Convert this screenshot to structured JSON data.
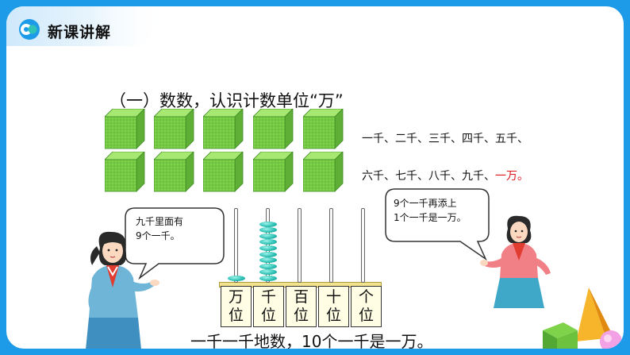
{
  "header": {
    "title": "新课讲解"
  },
  "heading": "（一）数数，认识计数单位“万”",
  "counting": {
    "line1": "一千、二千、三千、四千、五千、",
    "line2_prefix": "六千、七千、八千、九千、",
    "line2_highlight": "一万。"
  },
  "bubble_left": {
    "line1": "九千里面有",
    "line2": "9个一千。"
  },
  "bubble_right": {
    "line1": "9个一千再添上",
    "line2": "1个一千是一万。"
  },
  "abacus": {
    "places": [
      {
        "top": "万",
        "bottom": "位"
      },
      {
        "top": "千",
        "bottom": "位"
      },
      {
        "top": "百",
        "bottom": "位"
      },
      {
        "top": "十",
        "bottom": "位"
      },
      {
        "top": "个",
        "bottom": "位"
      }
    ],
    "bead_counts": [
      1,
      10,
      0,
      0,
      0
    ]
  },
  "caption": "一千一千地数，10个一千是一万。",
  "colors": {
    "accent_blue": "#1d9be8",
    "cube_green": "#7ed34a",
    "highlight_red": "#e0141c",
    "bead_teal": "#2fc2b6"
  },
  "icons": [
    "logo-icon",
    "cube-icon",
    "girl-illustration",
    "geometry-shapes-decoration"
  ]
}
